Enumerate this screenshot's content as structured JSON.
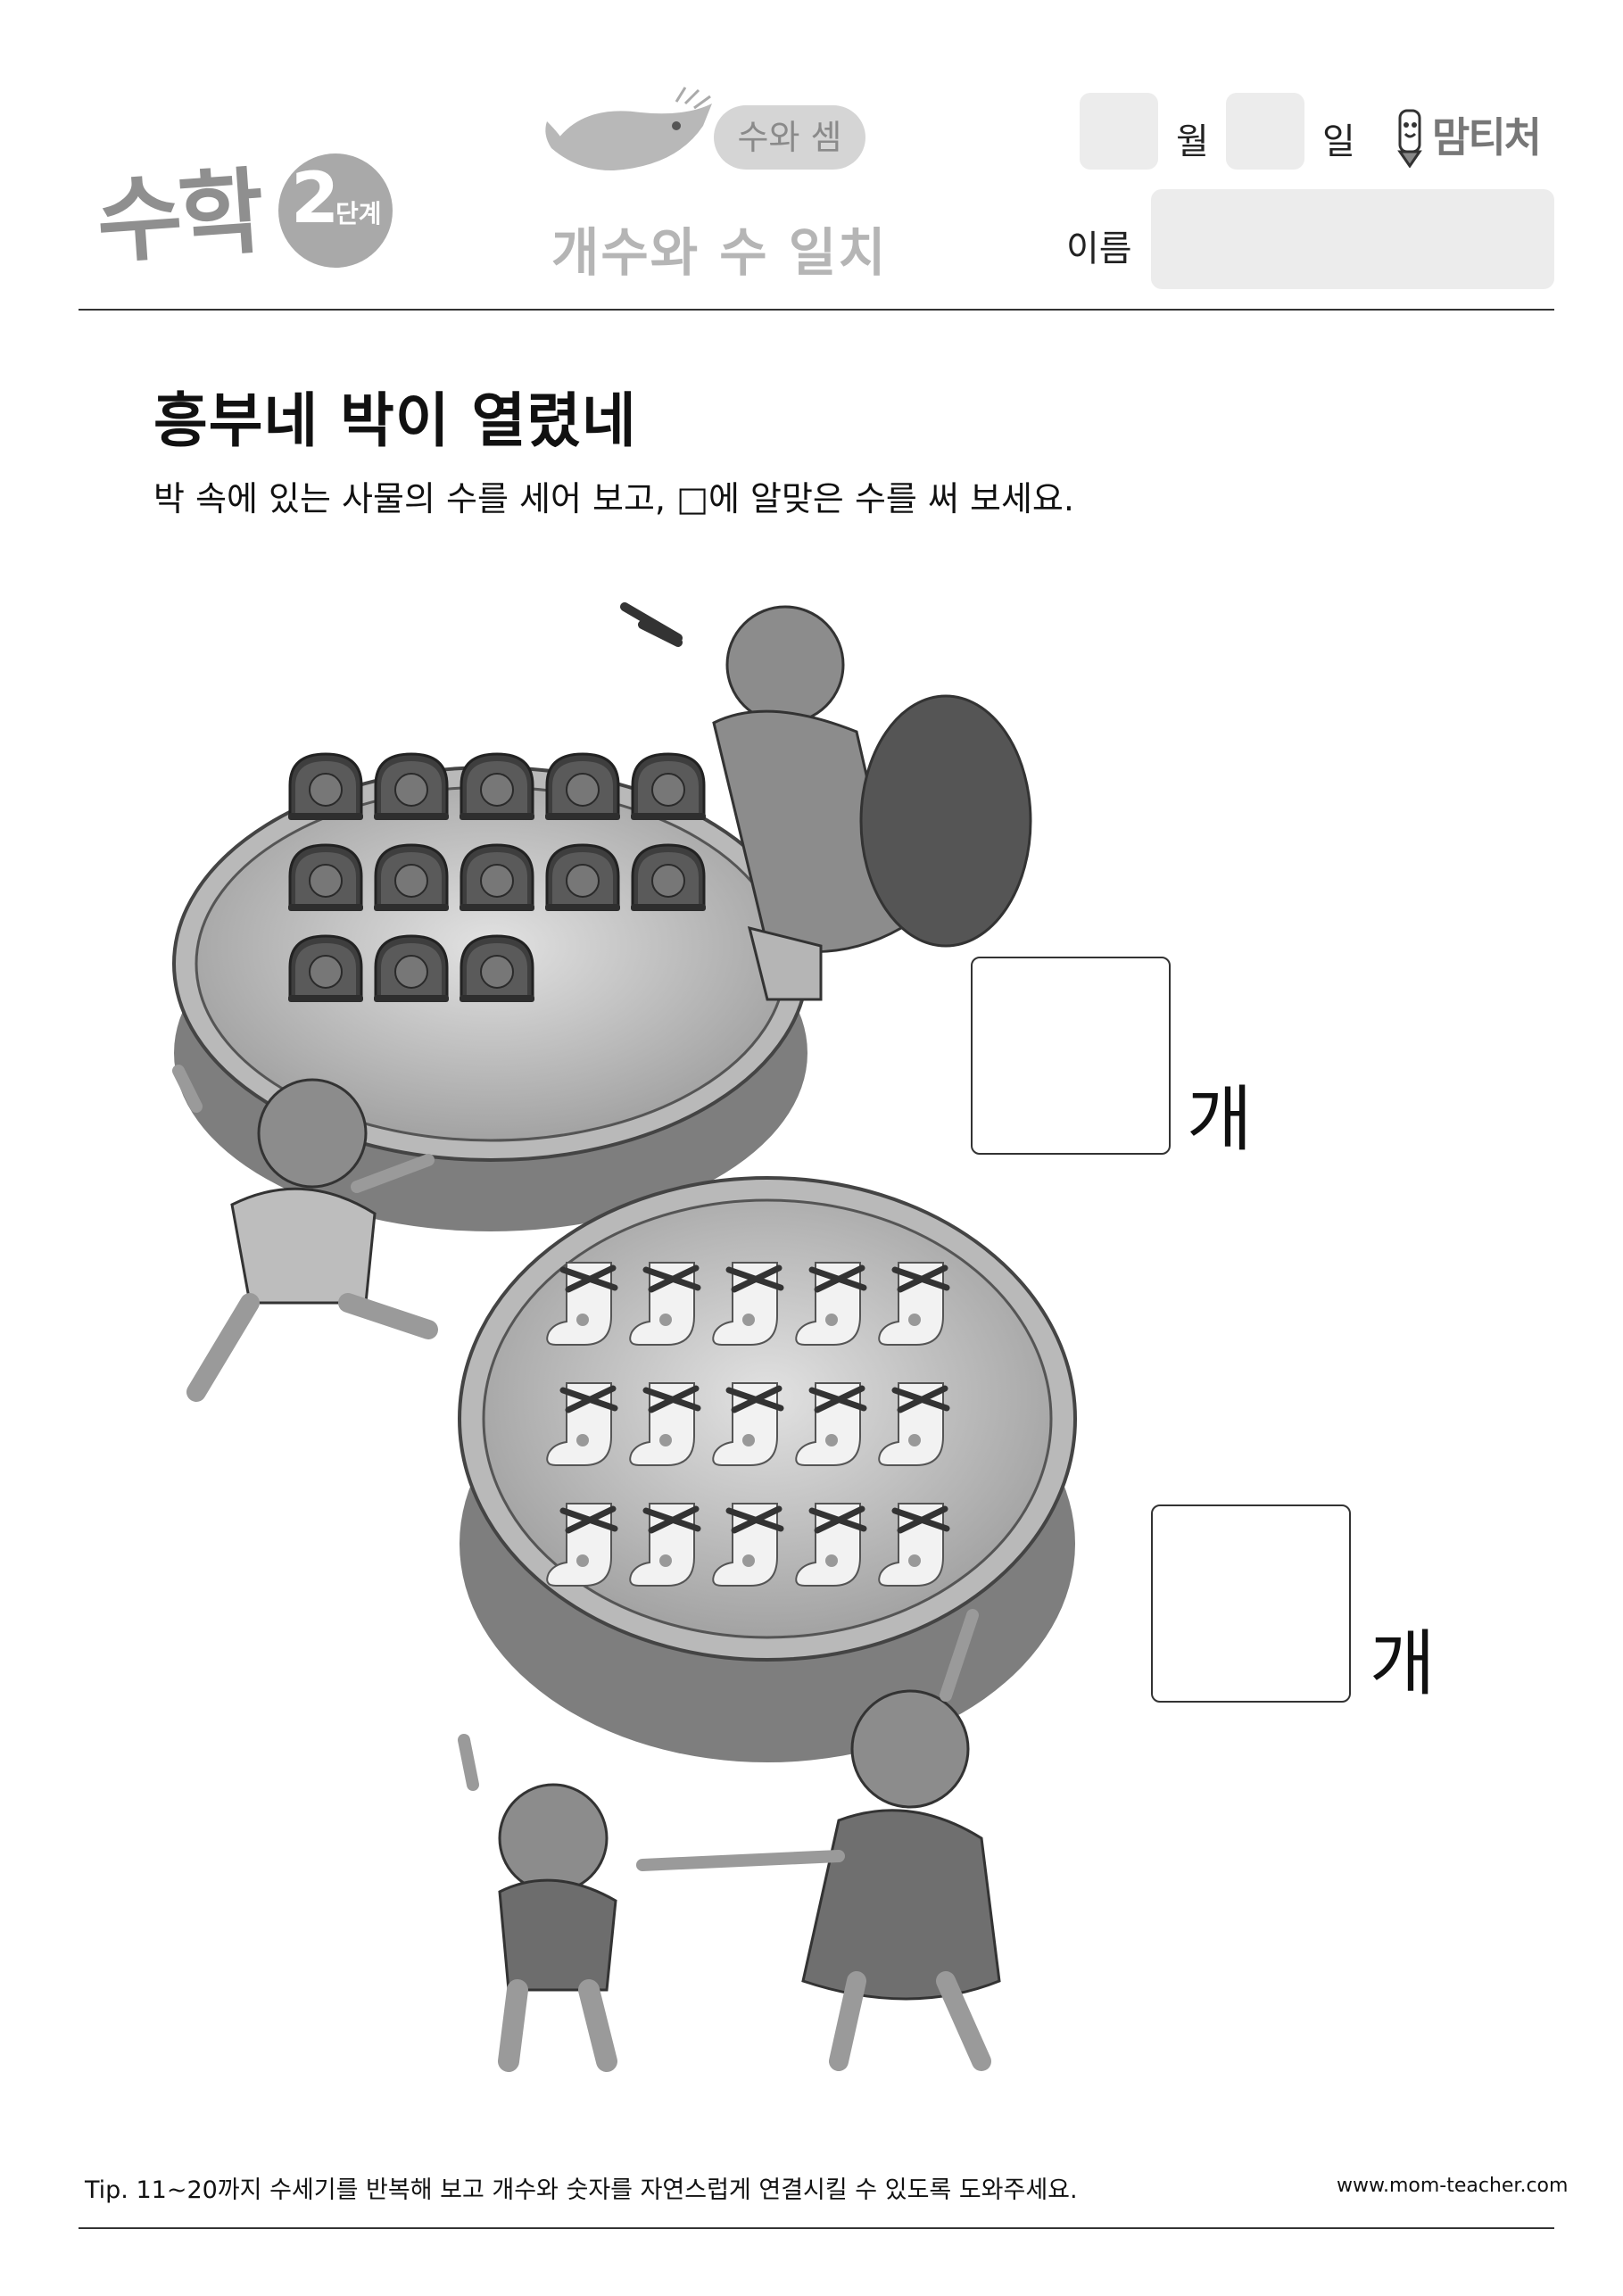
{
  "header": {
    "logo_text": "수학",
    "level_number": "2",
    "level_label": "단계",
    "topic_badge": "수와 셈",
    "subtitle": "개수와 수 일치",
    "month_label": "월",
    "day_label": "일",
    "brand": "맘티처",
    "name_label": "이름"
  },
  "worksheet": {
    "title": "흥부네 박이 열렸네",
    "instruction": "박 속에 있는 사물의 수를 세어 보고, □에 알맞은 수를 써 보세요.",
    "problems": [
      {
        "item": "rice-cake",
        "count": 13,
        "unit": "개"
      },
      {
        "item": "beoseon-sock",
        "count": 15,
        "unit": "개"
      }
    ]
  },
  "footer": {
    "tip": "Tip. 11~20까지 수세기를 반복해 보고 개수와 숫자를 자연스럽게 연결시킬 수 있도록 도와주세요.",
    "website": "www.mom-teacher.com"
  }
}
